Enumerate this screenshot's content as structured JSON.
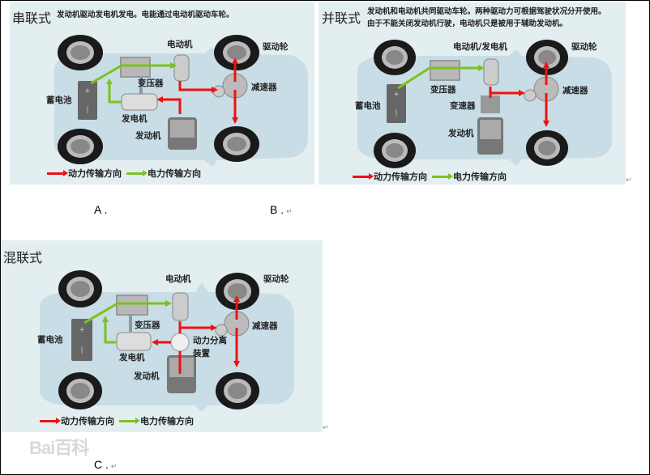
{
  "colors": {
    "power": "#ee1111",
    "electric": "#7cc21f",
    "panel_bg": "#e3eef1"
  },
  "panels": {
    "a": {
      "title": "串联式",
      "description": [
        "发动机驱动发电机发电。电能通过电动机驱动车轮。"
      ],
      "labels": {
        "motor": "电动机",
        "drive_wheel": "驱动轮",
        "transformer": "变压器",
        "reducer": "减速器",
        "battery": "蓄电池",
        "generator": "发电机",
        "engine": "发动机"
      }
    },
    "b": {
      "title": "并联式",
      "description": [
        "发动机和电动机共同驱动车轮。两种驱动力可根据驾驶状况分开使用。",
        "由于不能关闭发动机行驶，电动机只是被用于辅助发动机。"
      ],
      "labels": {
        "motor_generator": "电动机/发电机",
        "drive_wheel": "驱动轮",
        "transformer": "变压器",
        "reducer": "减速器",
        "battery": "蓄电池",
        "transmission": "变速器",
        "engine": "发动机"
      }
    },
    "c": {
      "title": "混联式",
      "labels": {
        "motor": "电动机",
        "drive_wheel": "驱动轮",
        "transformer": "变压器",
        "reducer": "减速器",
        "battery": "蓄电池",
        "generator": "发电机",
        "power_split_line1": "动力分离",
        "power_split_line2": "装置",
        "engine": "发动机"
      }
    }
  },
  "legend": {
    "power": "动力传输方向",
    "electric": "电力传输方向"
  },
  "choices": {
    "a": "A .",
    "b": "B .",
    "c": "C ."
  },
  "paragraph_mark": "↵",
  "watermark": "Bai百科"
}
